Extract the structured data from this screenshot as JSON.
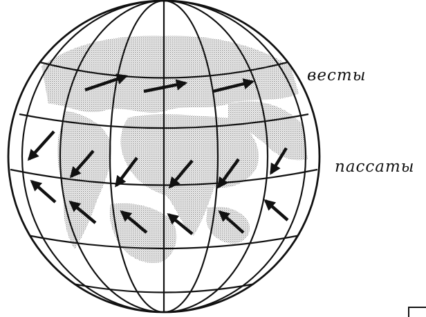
{
  "labels": {
    "westerlies": "весты",
    "trade_winds": "пассаты"
  },
  "colors": {
    "ink": "#111111",
    "landmass": "#b8b8b8",
    "background": "#ffffff"
  },
  "arrow_groups": {
    "westerlies": {
      "count": 3,
      "direction": "toward-east"
    },
    "trade_winds_northern": {
      "count": 6,
      "direction": "toward-southwest"
    },
    "trade_winds_southern": {
      "count": 6,
      "direction": "toward-northwest"
    }
  }
}
